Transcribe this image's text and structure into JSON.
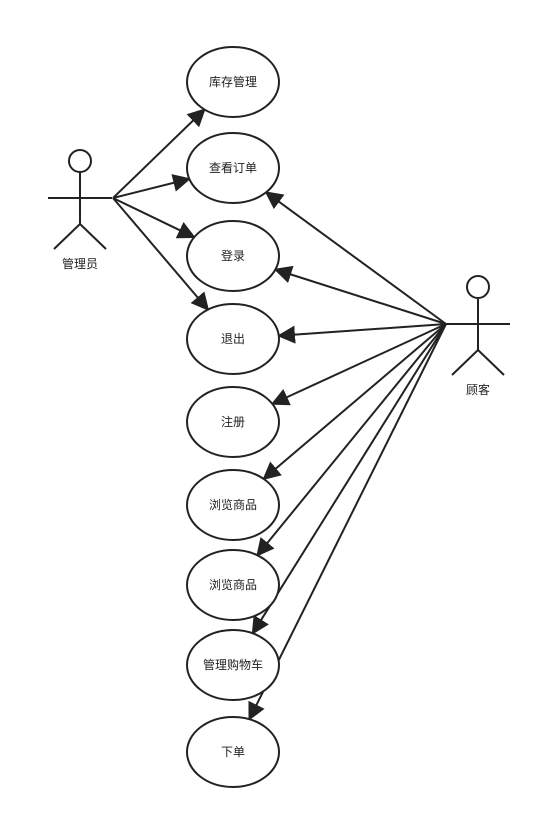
{
  "actors": {
    "admin": {
      "label": "管理员"
    },
    "customer": {
      "label": "顾客"
    }
  },
  "use_cases": [
    {
      "id": "inventory",
      "label": "库存管理"
    },
    {
      "id": "view_orders",
      "label": "查看订单"
    },
    {
      "id": "login",
      "label": "登录"
    },
    {
      "id": "logout",
      "label": "退出"
    },
    {
      "id": "register",
      "label": "注册"
    },
    {
      "id": "browse1",
      "label": "浏览商品"
    },
    {
      "id": "browse2",
      "label": "浏览商品"
    },
    {
      "id": "cart",
      "label": "管理购物车"
    },
    {
      "id": "order",
      "label": "下单"
    }
  ],
  "associations": [
    {
      "from": "admin",
      "to": "inventory"
    },
    {
      "from": "admin",
      "to": "view_orders"
    },
    {
      "from": "admin",
      "to": "login"
    },
    {
      "from": "admin",
      "to": "logout"
    },
    {
      "from": "customer",
      "to": "view_orders"
    },
    {
      "from": "customer",
      "to": "login"
    },
    {
      "from": "customer",
      "to": "logout"
    },
    {
      "from": "customer",
      "to": "register"
    },
    {
      "from": "customer",
      "to": "browse1"
    },
    {
      "from": "customer",
      "to": "browse2"
    },
    {
      "from": "customer",
      "to": "cart"
    },
    {
      "from": "customer",
      "to": "order"
    }
  ]
}
